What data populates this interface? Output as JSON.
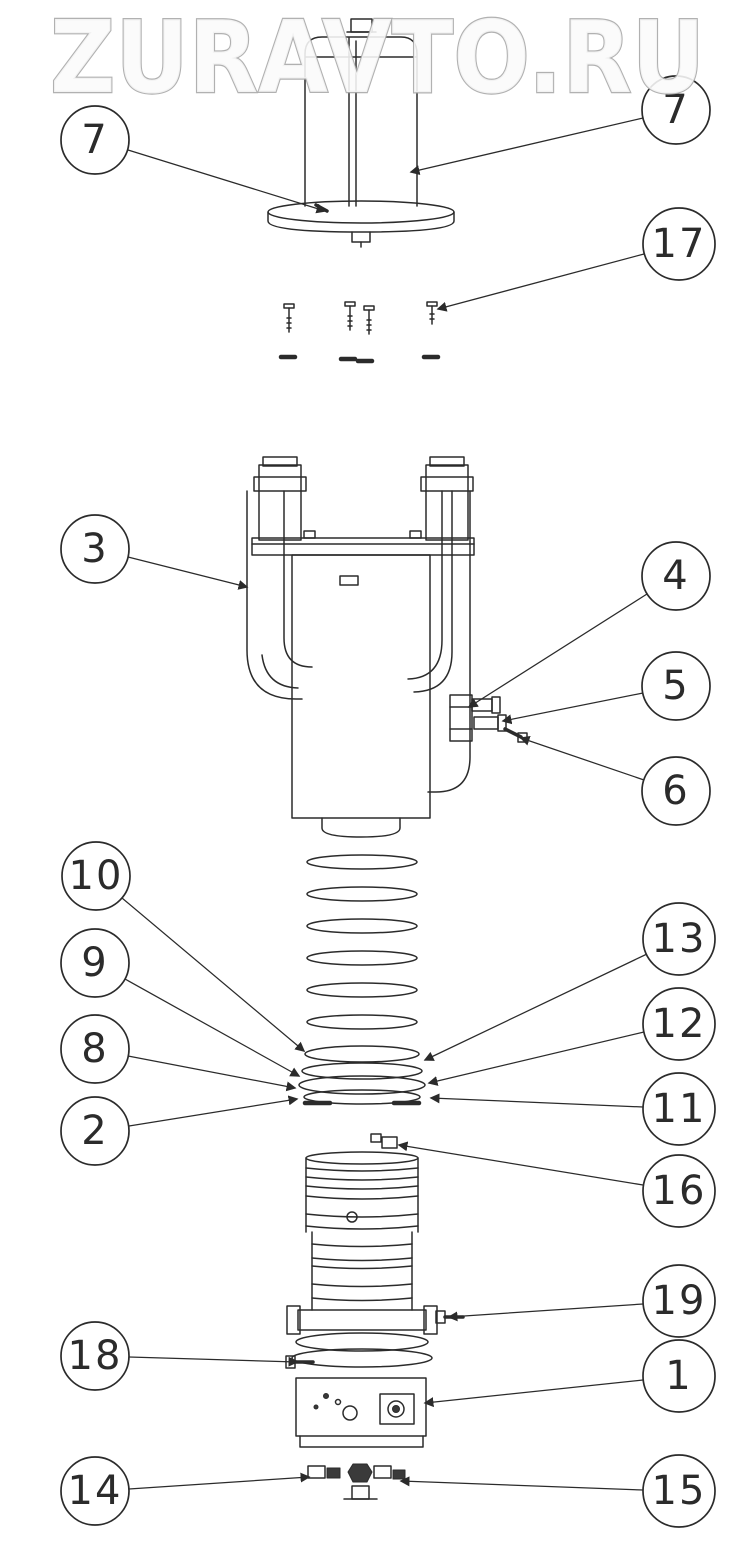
{
  "watermark": {
    "text": "ZURAVTO.RU"
  },
  "colors": {
    "ink": "#2b2b2b",
    "watermark_fill": "#fafafa",
    "watermark_outline": "#a8a8a8",
    "background": "#ffffff"
  },
  "diagram": {
    "type": "exploded-parts-diagram",
    "callouts": [
      {
        "id": "callout-7-top-left",
        "label": "7"
      },
      {
        "id": "callout-7-top-right",
        "label": "7"
      },
      {
        "id": "callout-17",
        "label": "17"
      },
      {
        "id": "callout-3",
        "label": "3"
      },
      {
        "id": "callout-4",
        "label": "4"
      },
      {
        "id": "callout-5",
        "label": "5"
      },
      {
        "id": "callout-6",
        "label": "6"
      },
      {
        "id": "callout-10",
        "label": "10"
      },
      {
        "id": "callout-9",
        "label": "9"
      },
      {
        "id": "callout-8",
        "label": "8"
      },
      {
        "id": "callout-2",
        "label": "2"
      },
      {
        "id": "callout-13",
        "label": "13"
      },
      {
        "id": "callout-12",
        "label": "12"
      },
      {
        "id": "callout-11",
        "label": "11"
      },
      {
        "id": "callout-16",
        "label": "16"
      },
      {
        "id": "callout-19",
        "label": "19"
      },
      {
        "id": "callout-18",
        "label": "18"
      },
      {
        "id": "callout-1",
        "label": "1"
      },
      {
        "id": "callout-14",
        "label": "14"
      },
      {
        "id": "callout-15",
        "label": "15"
      }
    ]
  }
}
